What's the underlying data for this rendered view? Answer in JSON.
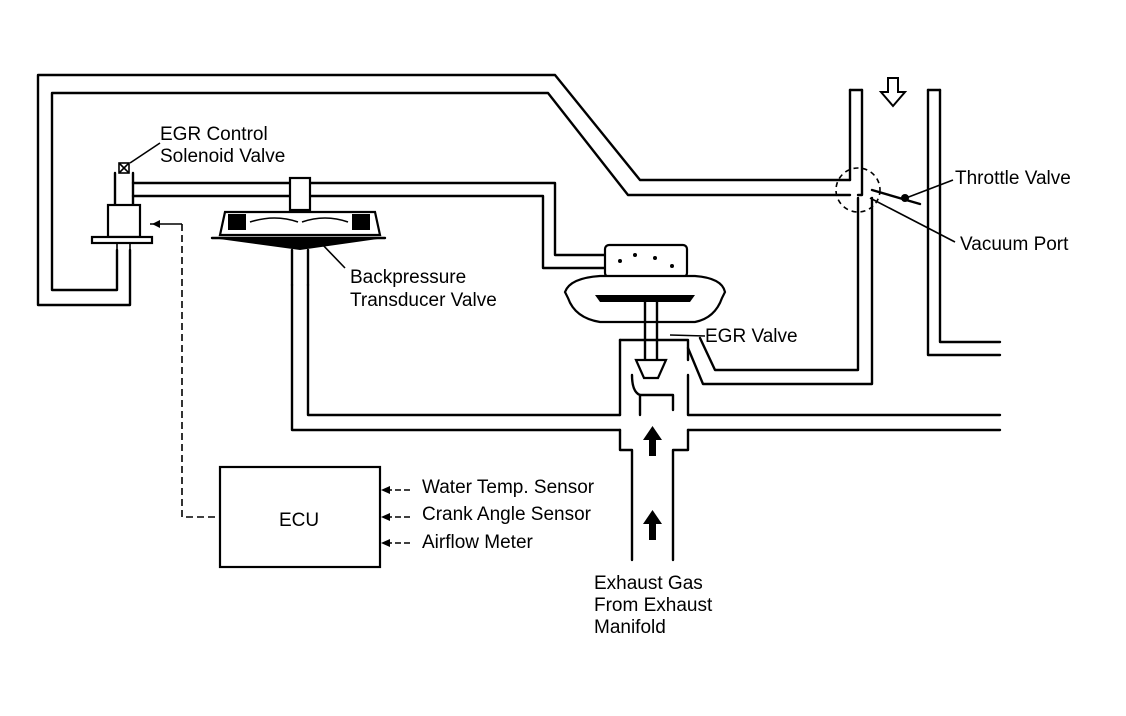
{
  "labels": {
    "egr_solenoid": [
      "EGR Control",
      "Solenoid Valve"
    ],
    "backpressure": [
      "Backpressure",
      "Transducer Valve"
    ],
    "egr_valve": "EGR Valve",
    "throttle_valve": "Throttle Valve",
    "vacuum_port": "Vacuum Port",
    "ecu": "ECU",
    "sensors": [
      "Water Temp. Sensor",
      "Crank Angle Sensor",
      "Airflow Meter"
    ],
    "exhaust": [
      "Exhaust Gas",
      "From Exhaust",
      "Manifold"
    ]
  },
  "icons": [
    "air-intake-arrow-icon",
    "exhaust-flow-arrow-icon",
    "sensor-input-arrow-icon"
  ]
}
